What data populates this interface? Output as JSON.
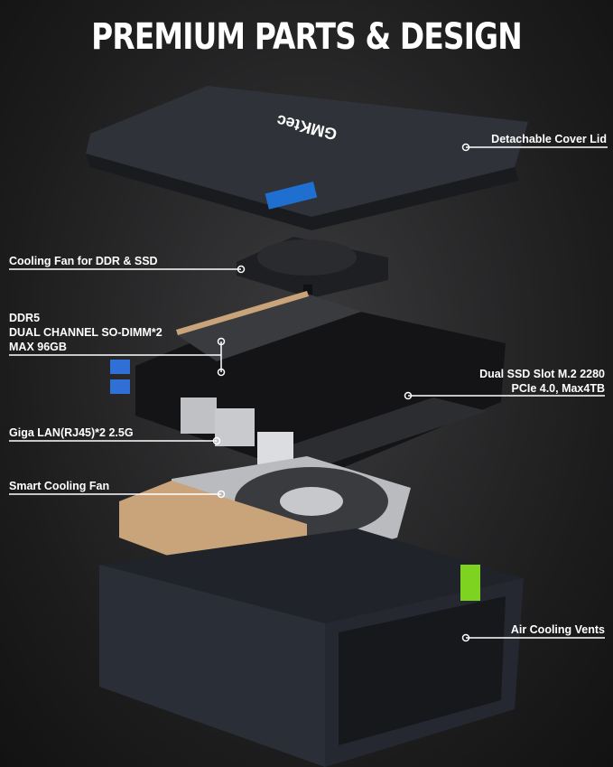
{
  "title": "PREMIUM PARTS & DESIGN",
  "logo_text": "GMKtec",
  "callouts": {
    "cover_lid": "Detachable Cover Lid",
    "cooling_fan_ddr_ssd": "Cooling Fan for DDR & SSD",
    "ddr5_line1": "DDR5",
    "ddr5_line2": "DUAL CHANNEL SO-DIMM*2",
    "ddr5_line3": "MAX 96GB",
    "ssd_line1": "Dual SSD Slot M.2 2280",
    "ssd_line2": "PCIe 4.0, Max4TB",
    "lan": "Giga LAN(RJ45)*2 2.5G",
    "smart_fan": "Smart Cooling Fan",
    "vents": "Air Cooling Vents"
  },
  "colors": {
    "background": "#1c1c1d",
    "text": "#ffffff",
    "usb_blue": "#2f6fd6",
    "heatsink_copper": "#c9a47a",
    "logo_green": "#7ed321",
    "sticker_blue": "#1f6fd1"
  }
}
